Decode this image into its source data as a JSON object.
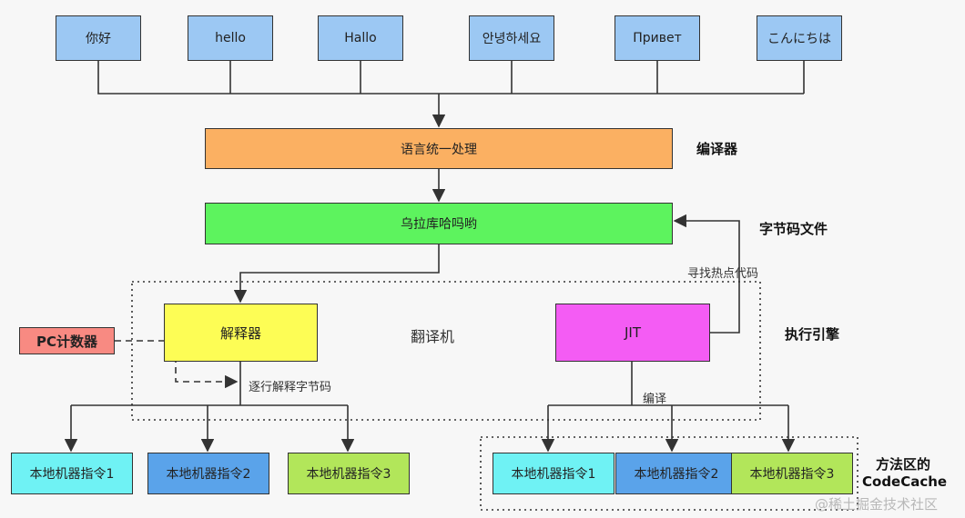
{
  "languages": [
    "你好",
    "hello",
    "Hallo",
    "안녕하세요",
    "Привет",
    "こんにちは"
  ],
  "compiler_box": "语言统一处理",
  "compiler_label": "编译器",
  "bytecode_box": "乌拉库哈吗哟",
  "bytecode_label": "字节码文件",
  "hotspot_label": "寻找热点代码",
  "interpreter_box": "解释器",
  "translator_label": "翻译机",
  "jit_box": "JIT",
  "engine_label": "执行引擎",
  "pc_box": "PC计数器",
  "interpret_label": "逐行解释字节码",
  "compile_label": "编译",
  "left_instructions": [
    "本地机器指令1",
    "本地机器指令2",
    "本地机器指令3"
  ],
  "right_instructions": [
    "本地机器指令1",
    "本地机器指令2",
    "本地机器指令3"
  ],
  "method_area_label_1": "方法区的",
  "method_area_label_2": "CodeCache",
  "watermark": "@稀土掘金技术社区",
  "colors": {
    "language": "#9cc8f3",
    "compiler": "#fbb062",
    "bytecode": "#5df35e",
    "interpreter": "#fdfd55",
    "jit": "#f45cf4",
    "pc": "#f88a82",
    "instr_cyan": "#6ff2f4",
    "instr_blue": "#5aa3ea",
    "instr_green": "#b2e65a"
  }
}
